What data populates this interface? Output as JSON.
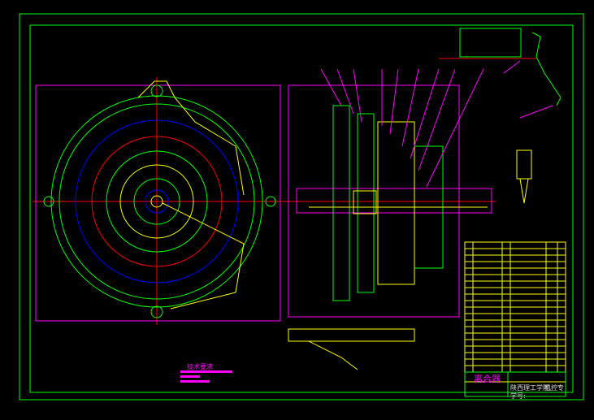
{
  "title_block": {
    "drawing_name": "离合器",
    "school": "陕西理工学院",
    "major": "机控专",
    "student_id_label": "学号:"
  },
  "notes": {
    "heading": "技术要求"
  },
  "colors": {
    "frame": "#00ff00",
    "outline": "#ffff00",
    "text": "#ff00ff",
    "center": "#ff0000",
    "hidden": "#0000ff"
  }
}
